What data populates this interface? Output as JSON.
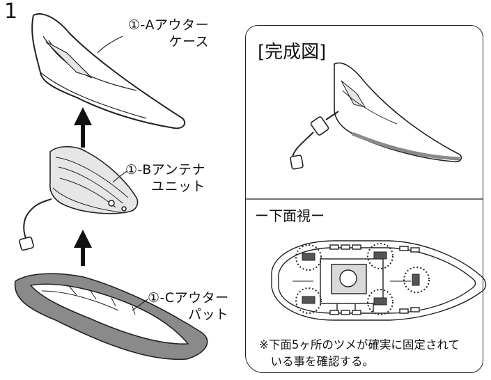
{
  "step_number": "1",
  "parts": {
    "outer_case": {
      "id": "①-A",
      "line1": "アウター",
      "line2": "ケース"
    },
    "antenna_unit": {
      "id": "①-B",
      "line1": "アンテナ",
      "line2": "ユニット"
    },
    "outer_pad": {
      "id": "①-C",
      "line1": "アウター",
      "line2": "パット"
    }
  },
  "completed_view": {
    "title": "[完成図]",
    "bottom_view_title": "ー下面視ー",
    "note_line1": "※下面5ヶ所のツメが確実に固定されて",
    "note_line2": "　いる事を確認する。"
  },
  "colors": {
    "line": "#222222",
    "pad_fill": "#8a8a8a",
    "case_fill": "#ffffff",
    "unit_fill": "#d9d9d9"
  }
}
